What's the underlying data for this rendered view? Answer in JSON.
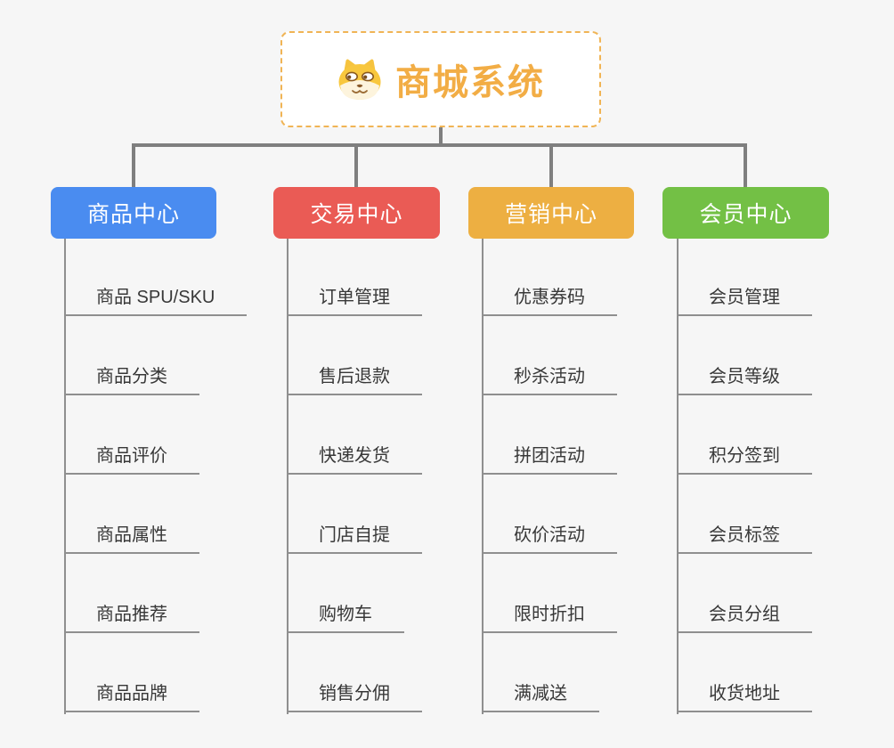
{
  "root": {
    "title": "商城系统",
    "icon": "dog-face-icon",
    "border_color": "#f0b455",
    "title_color": "#f2ad45"
  },
  "connector_color": "#7f7f7f",
  "child_line_color": "#8f8f8f",
  "branches": [
    {
      "label": "商品中心",
      "color": "#4a8cf0",
      "items": [
        "商品 SPU/SKU",
        "商品分类",
        "商品评价",
        "商品属性",
        "商品推荐",
        "商品品牌"
      ]
    },
    {
      "label": "交易中心",
      "color": "#ea5b55",
      "items": [
        "订单管理",
        "售后退款",
        "快递发货",
        "门店自提",
        "购物车",
        "销售分佣"
      ]
    },
    {
      "label": "营销中心",
      "color": "#edaf42",
      "items": [
        "优惠券码",
        "秒杀活动",
        "拼团活动",
        "砍价活动",
        "限时折扣",
        "满减送"
      ]
    },
    {
      "label": "会员中心",
      "color": "#73c045",
      "items": [
        "会员管理",
        "会员等级",
        "积分签到",
        "会员标签",
        "会员分组",
        "收货地址"
      ]
    }
  ]
}
